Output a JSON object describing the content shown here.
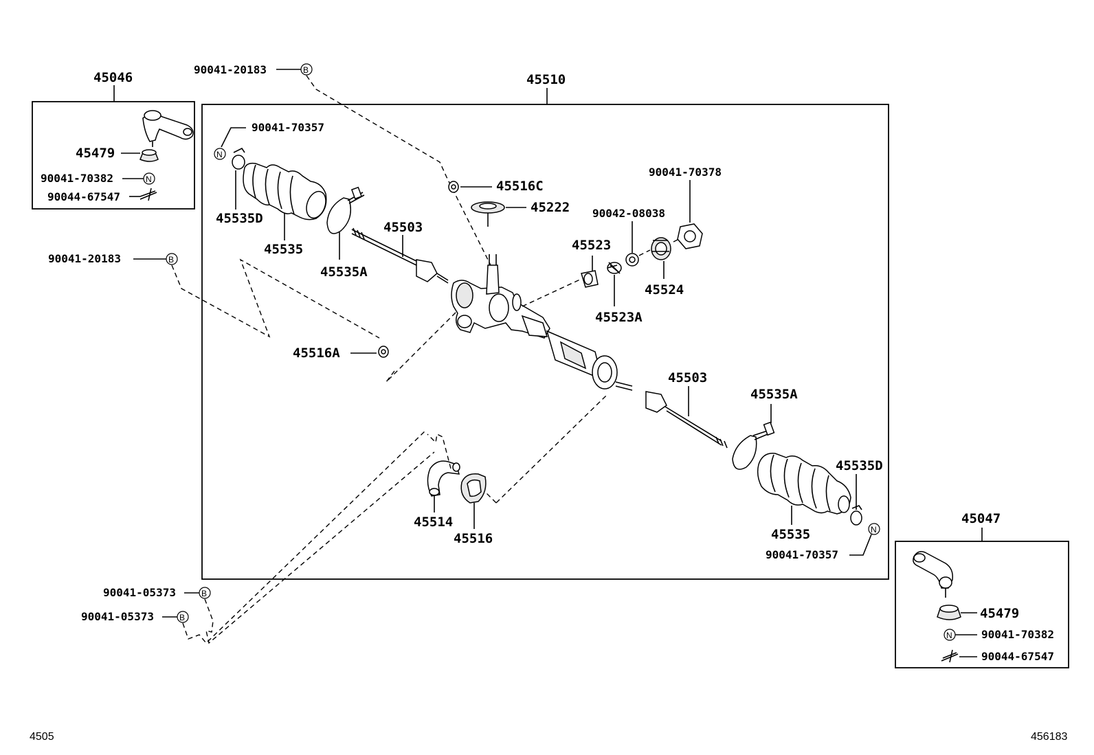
{
  "diagram": {
    "labels": {
      "assembly": "45510",
      "idler_arm_group": "45046",
      "end_group_right": "45047",
      "clamp_top": "90041-20183",
      "clamp_left": "90041-20183",
      "boot_clamp_tl": "90041-70357",
      "boot_clamp_br": "90041-70357",
      "ball_boot_l": "45479",
      "nut_l": "90041-70382",
      "pin_l": "90044-67547",
      "ball_boot_r": "45479",
      "nut_r": "90041-70382",
      "pin_r": "90044-67547",
      "clip_d_l": "45535D",
      "boot_l": "45535",
      "band_l": "45535A",
      "tie_rod_l": "45503",
      "grommet_c": "45516C",
      "plug": "45222",
      "locknut": "90041-70378",
      "washer": "90042-08038",
      "guide": "45523",
      "spring": "45523A",
      "cap": "45524",
      "grommet_a": "45516A",
      "tie_rod_r": "45503",
      "band_r": "45535A",
      "clip_d_r": "45535D",
      "boot_r": "45535",
      "bracket": "45514",
      "bushing": "45516",
      "bolt_1": "90041-05373",
      "bolt_2": "90041-05373"
    },
    "markers": {
      "b": "B",
      "n": "N"
    },
    "footer": {
      "left_code": "4505",
      "right_code": "456183"
    }
  }
}
